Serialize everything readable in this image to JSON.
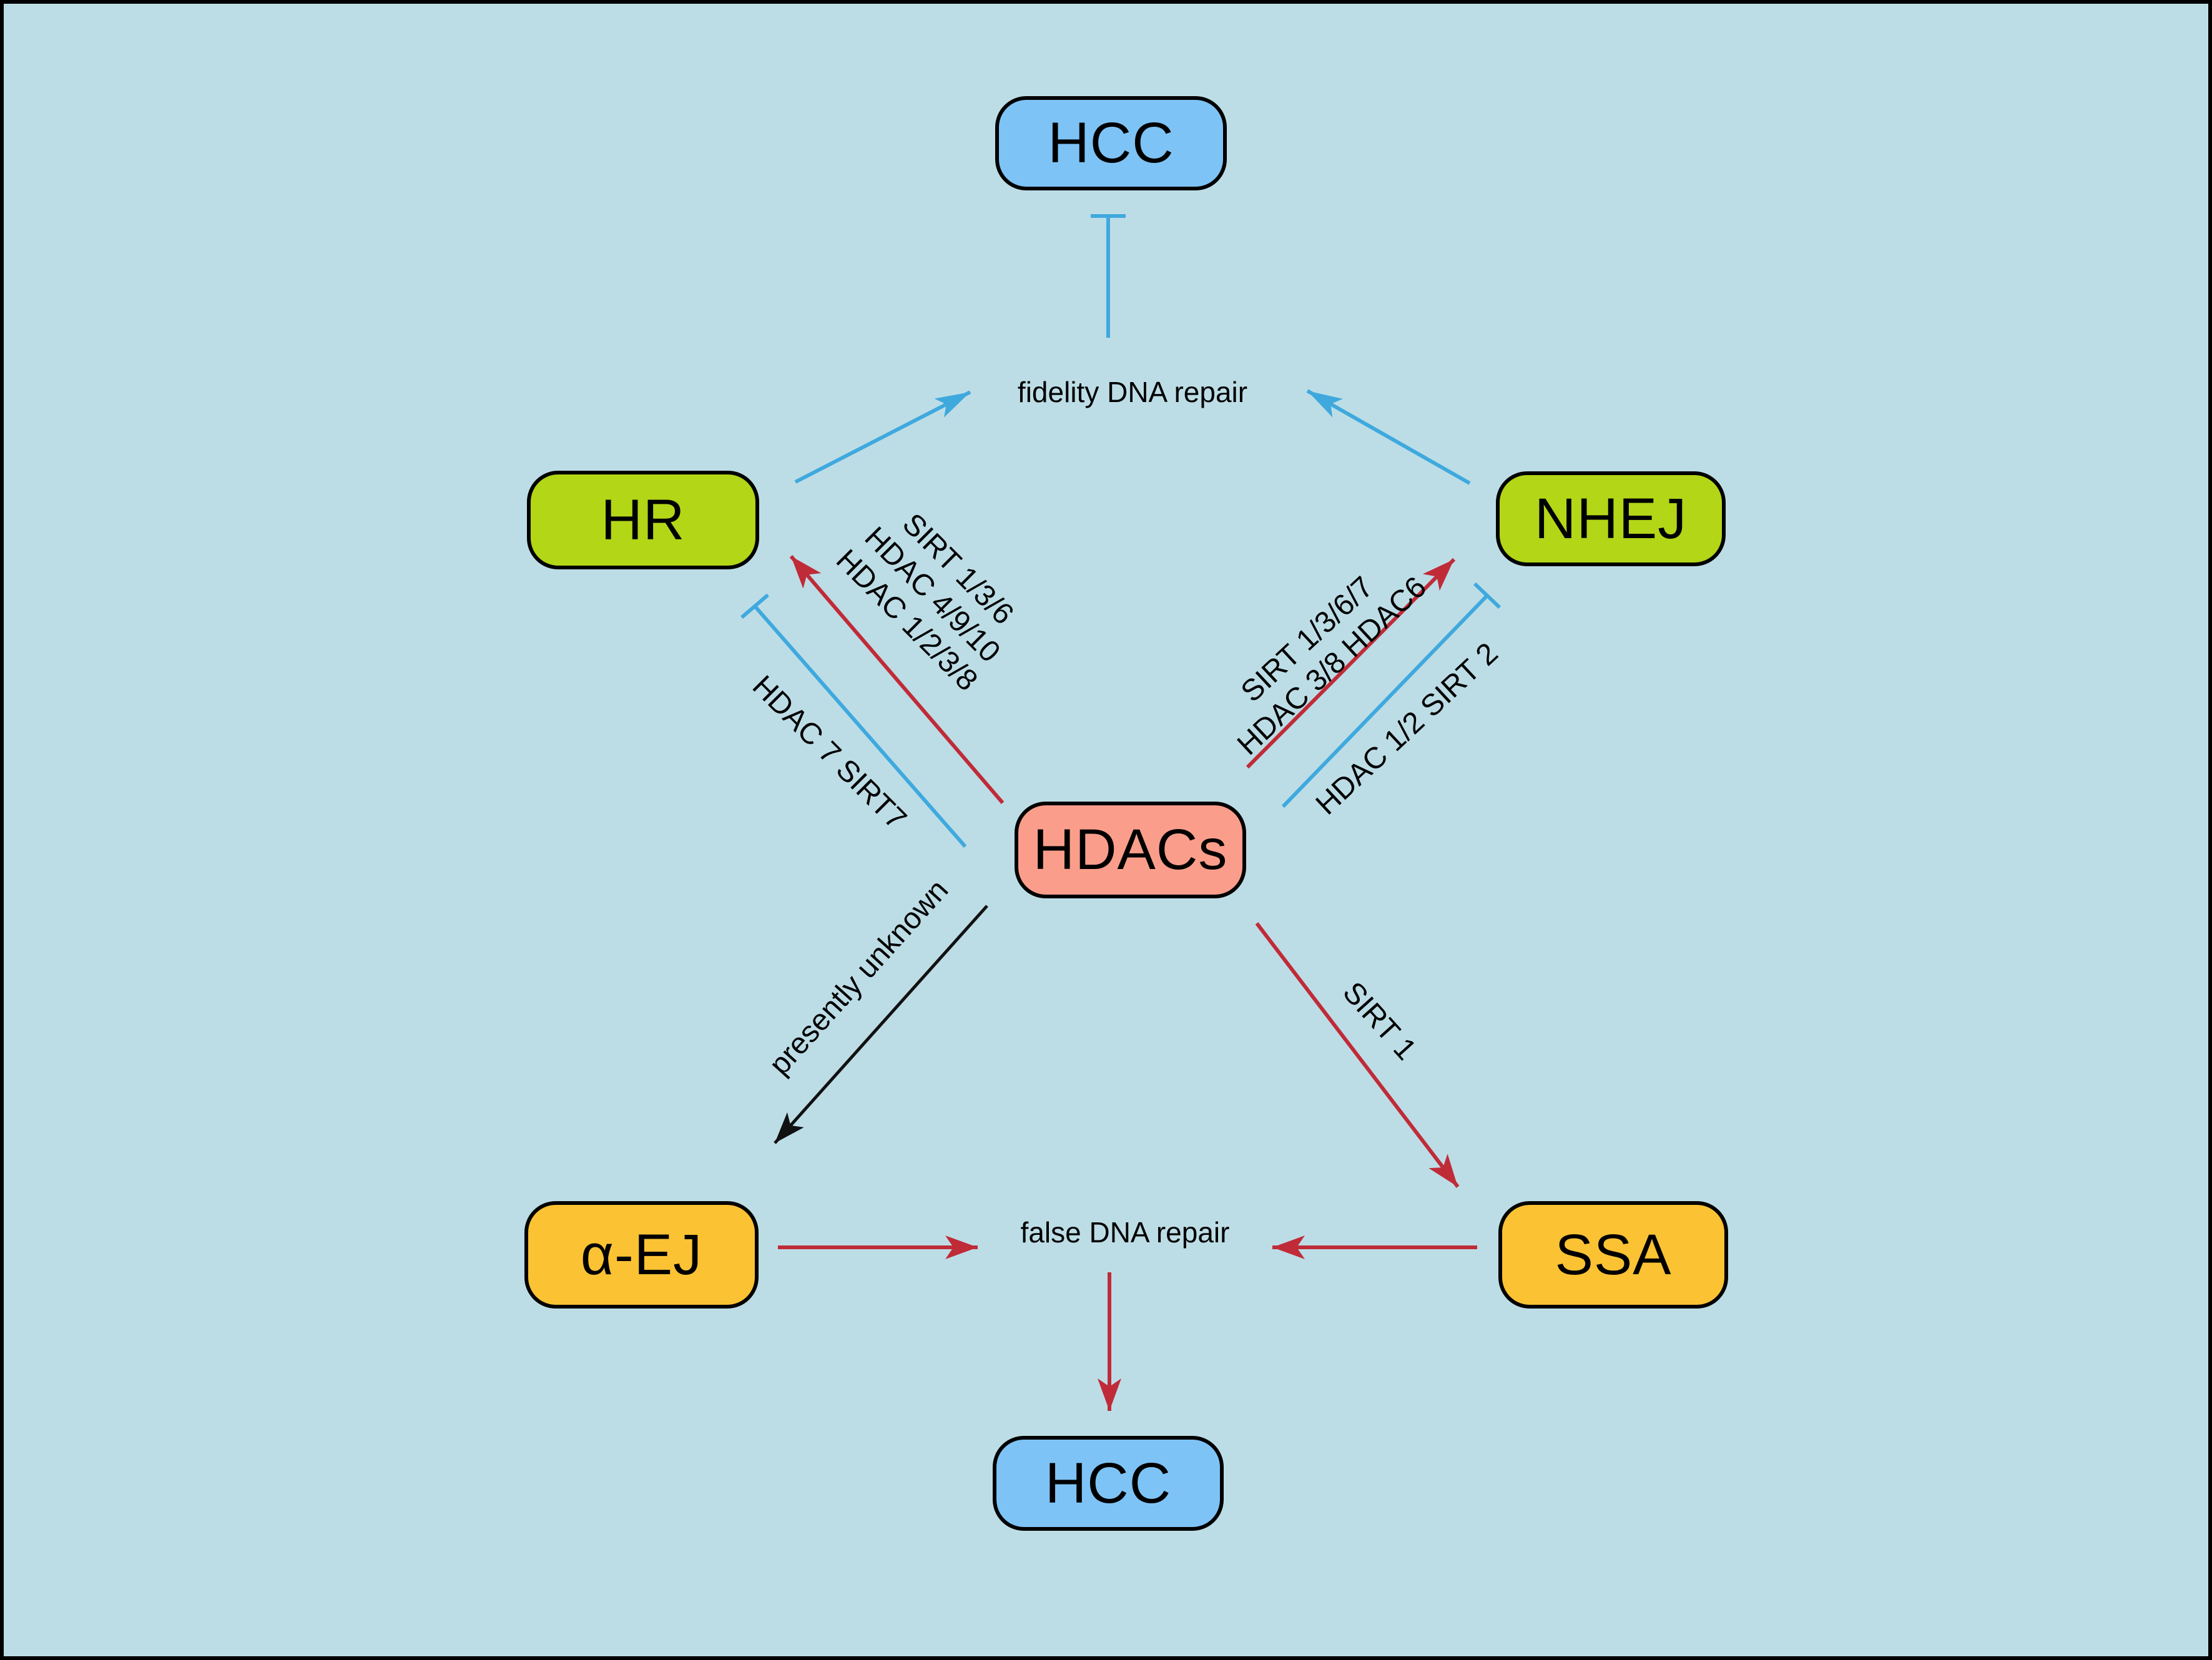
{
  "diagram": {
    "background_color": "#bddde6",
    "colors": {
      "promote_arrow": "#c02b38",
      "inhibit_arrow": "#3fa9de",
      "unknown_arrow": "#111111",
      "node_border": "#000000"
    },
    "nodes": {
      "hcc_top": {
        "label": "HCC",
        "fill": "#7ec3f5"
      },
      "hr": {
        "label": "HR",
        "fill": "#b3d617"
      },
      "nhej": {
        "label": "NHEJ",
        "fill": "#b3d617"
      },
      "hdacs": {
        "label": "HDACs",
        "fill": "#fa9e8b"
      },
      "aej": {
        "label": "α-EJ",
        "fill": "#fbc233"
      },
      "ssa": {
        "label": "SSA",
        "fill": "#fbc233"
      },
      "hcc_bottom": {
        "label": "HCC",
        "fill": "#7ec3f5"
      }
    },
    "texts": {
      "fidelity": "fidelity DNA repair",
      "false_repair": "false DNA repair"
    },
    "edge_labels": {
      "hr_promote_line1": "SIRT 1/3/6",
      "hr_promote_line2": "HDAC 4/9/10",
      "hr_promote_line3": "HDAC 1/2/3/8",
      "hr_inhibit": "HDAC 7 SIRT7",
      "nhej_promote_line1": "SIRT 1/3/6/7",
      "nhej_promote_line2": "HDAC 3/8 HDAC6",
      "nhej_inhibit": "HDAC 1/2 SIRT 2",
      "aej_edge": "presently unknown",
      "ssa_edge": "SIRT 1"
    }
  }
}
